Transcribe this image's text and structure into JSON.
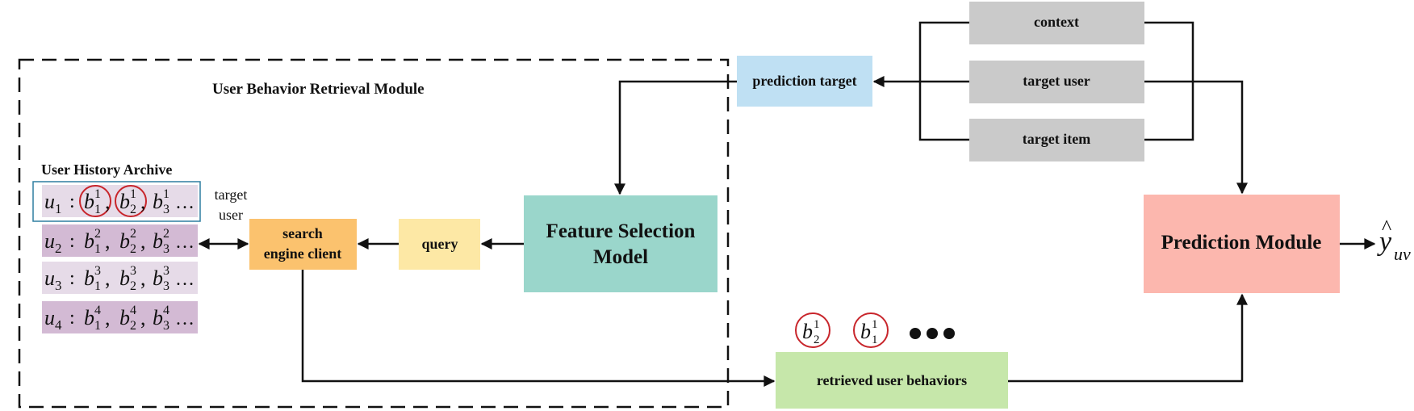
{
  "module": {
    "title": "User Behavior Retrieval Module"
  },
  "archive": {
    "title": "User History Archive",
    "target_note_line1": "target",
    "target_note_line2": "user",
    "rows": [
      {
        "user": "u",
        "sub": "1",
        "color": "#e6dbe8",
        "highlighted": true,
        "items": [
          {
            "sup": "1",
            "sub": "1",
            "circled": true
          },
          {
            "sup": "1",
            "sub": "2",
            "circled": true
          },
          {
            "sup": "1",
            "sub": "3",
            "circled": false
          }
        ]
      },
      {
        "user": "u",
        "sub": "2",
        "color": "#d3bad4",
        "highlighted": false,
        "items": [
          {
            "sup": "2",
            "sub": "1",
            "circled": false
          },
          {
            "sup": "2",
            "sub": "2",
            "circled": false
          },
          {
            "sup": "2",
            "sub": "3",
            "circled": false
          }
        ]
      },
      {
        "user": "u",
        "sub": "3",
        "color": "#e6dbe8",
        "highlighted": false,
        "items": [
          {
            "sup": "3",
            "sub": "1",
            "circled": false
          },
          {
            "sup": "3",
            "sub": "2",
            "circled": false
          },
          {
            "sup": "3",
            "sub": "3",
            "circled": false
          }
        ]
      },
      {
        "user": "u",
        "sub": "4",
        "color": "#d3bad4",
        "highlighted": false,
        "items": [
          {
            "sup": "4",
            "sub": "1",
            "circled": false
          },
          {
            "sup": "4",
            "sub": "2",
            "circled": false
          },
          {
            "sup": "4",
            "sub": "3",
            "circled": false
          }
        ]
      }
    ],
    "behavior_symbol": "b",
    "ellipsis": "…"
  },
  "nodes": {
    "search_client_line1": "search",
    "search_client_line2": "engine client",
    "query": "query",
    "feature_model_line1": "Feature Selection",
    "feature_model_line2": "Model",
    "prediction_target": "prediction target",
    "context": "context",
    "target_user": "target user",
    "target_item": "target item",
    "prediction_module": "Prediction Module",
    "retrieved": "retrieved user behaviors"
  },
  "retrieved_examples": [
    {
      "symbol": "b",
      "sup": "1",
      "sub": "2"
    },
    {
      "symbol": "b",
      "sup": "1",
      "sub": "1"
    }
  ],
  "output": {
    "symbol": "y",
    "hat": "^",
    "sub": "uv"
  },
  "colors": {
    "search_client": "#fbc26e",
    "query": "#fde8a5",
    "feature_model": "#9ad6cb",
    "prediction_target": "#bfe0f3",
    "inputs": "#cacaca",
    "prediction_module": "#fcb7ae",
    "retrieved": "#c6e7aa",
    "circle": "#c8252b",
    "target_frame": "#2f7fa0"
  }
}
